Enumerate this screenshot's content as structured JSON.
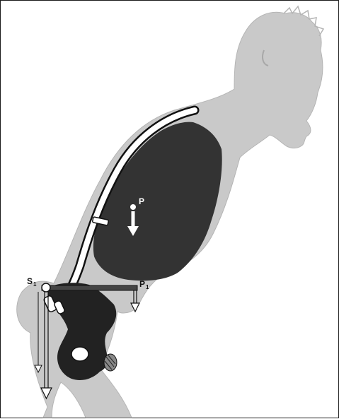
{
  "figure": {
    "labels": {
      "point_p": "P",
      "point_s": "S",
      "point_s_sub": "1",
      "point_p1": "P",
      "point_p1_sub": "1"
    },
    "colors": {
      "silhouette": "#c9c9c9",
      "dark_mass": "#333333",
      "bone_white": "#ffffff",
      "outline": "#111111",
      "frame": "#1a1a1a"
    },
    "icons": {
      "force_arrow": "down-arrow",
      "center_of_gravity": "filled-dot"
    }
  }
}
